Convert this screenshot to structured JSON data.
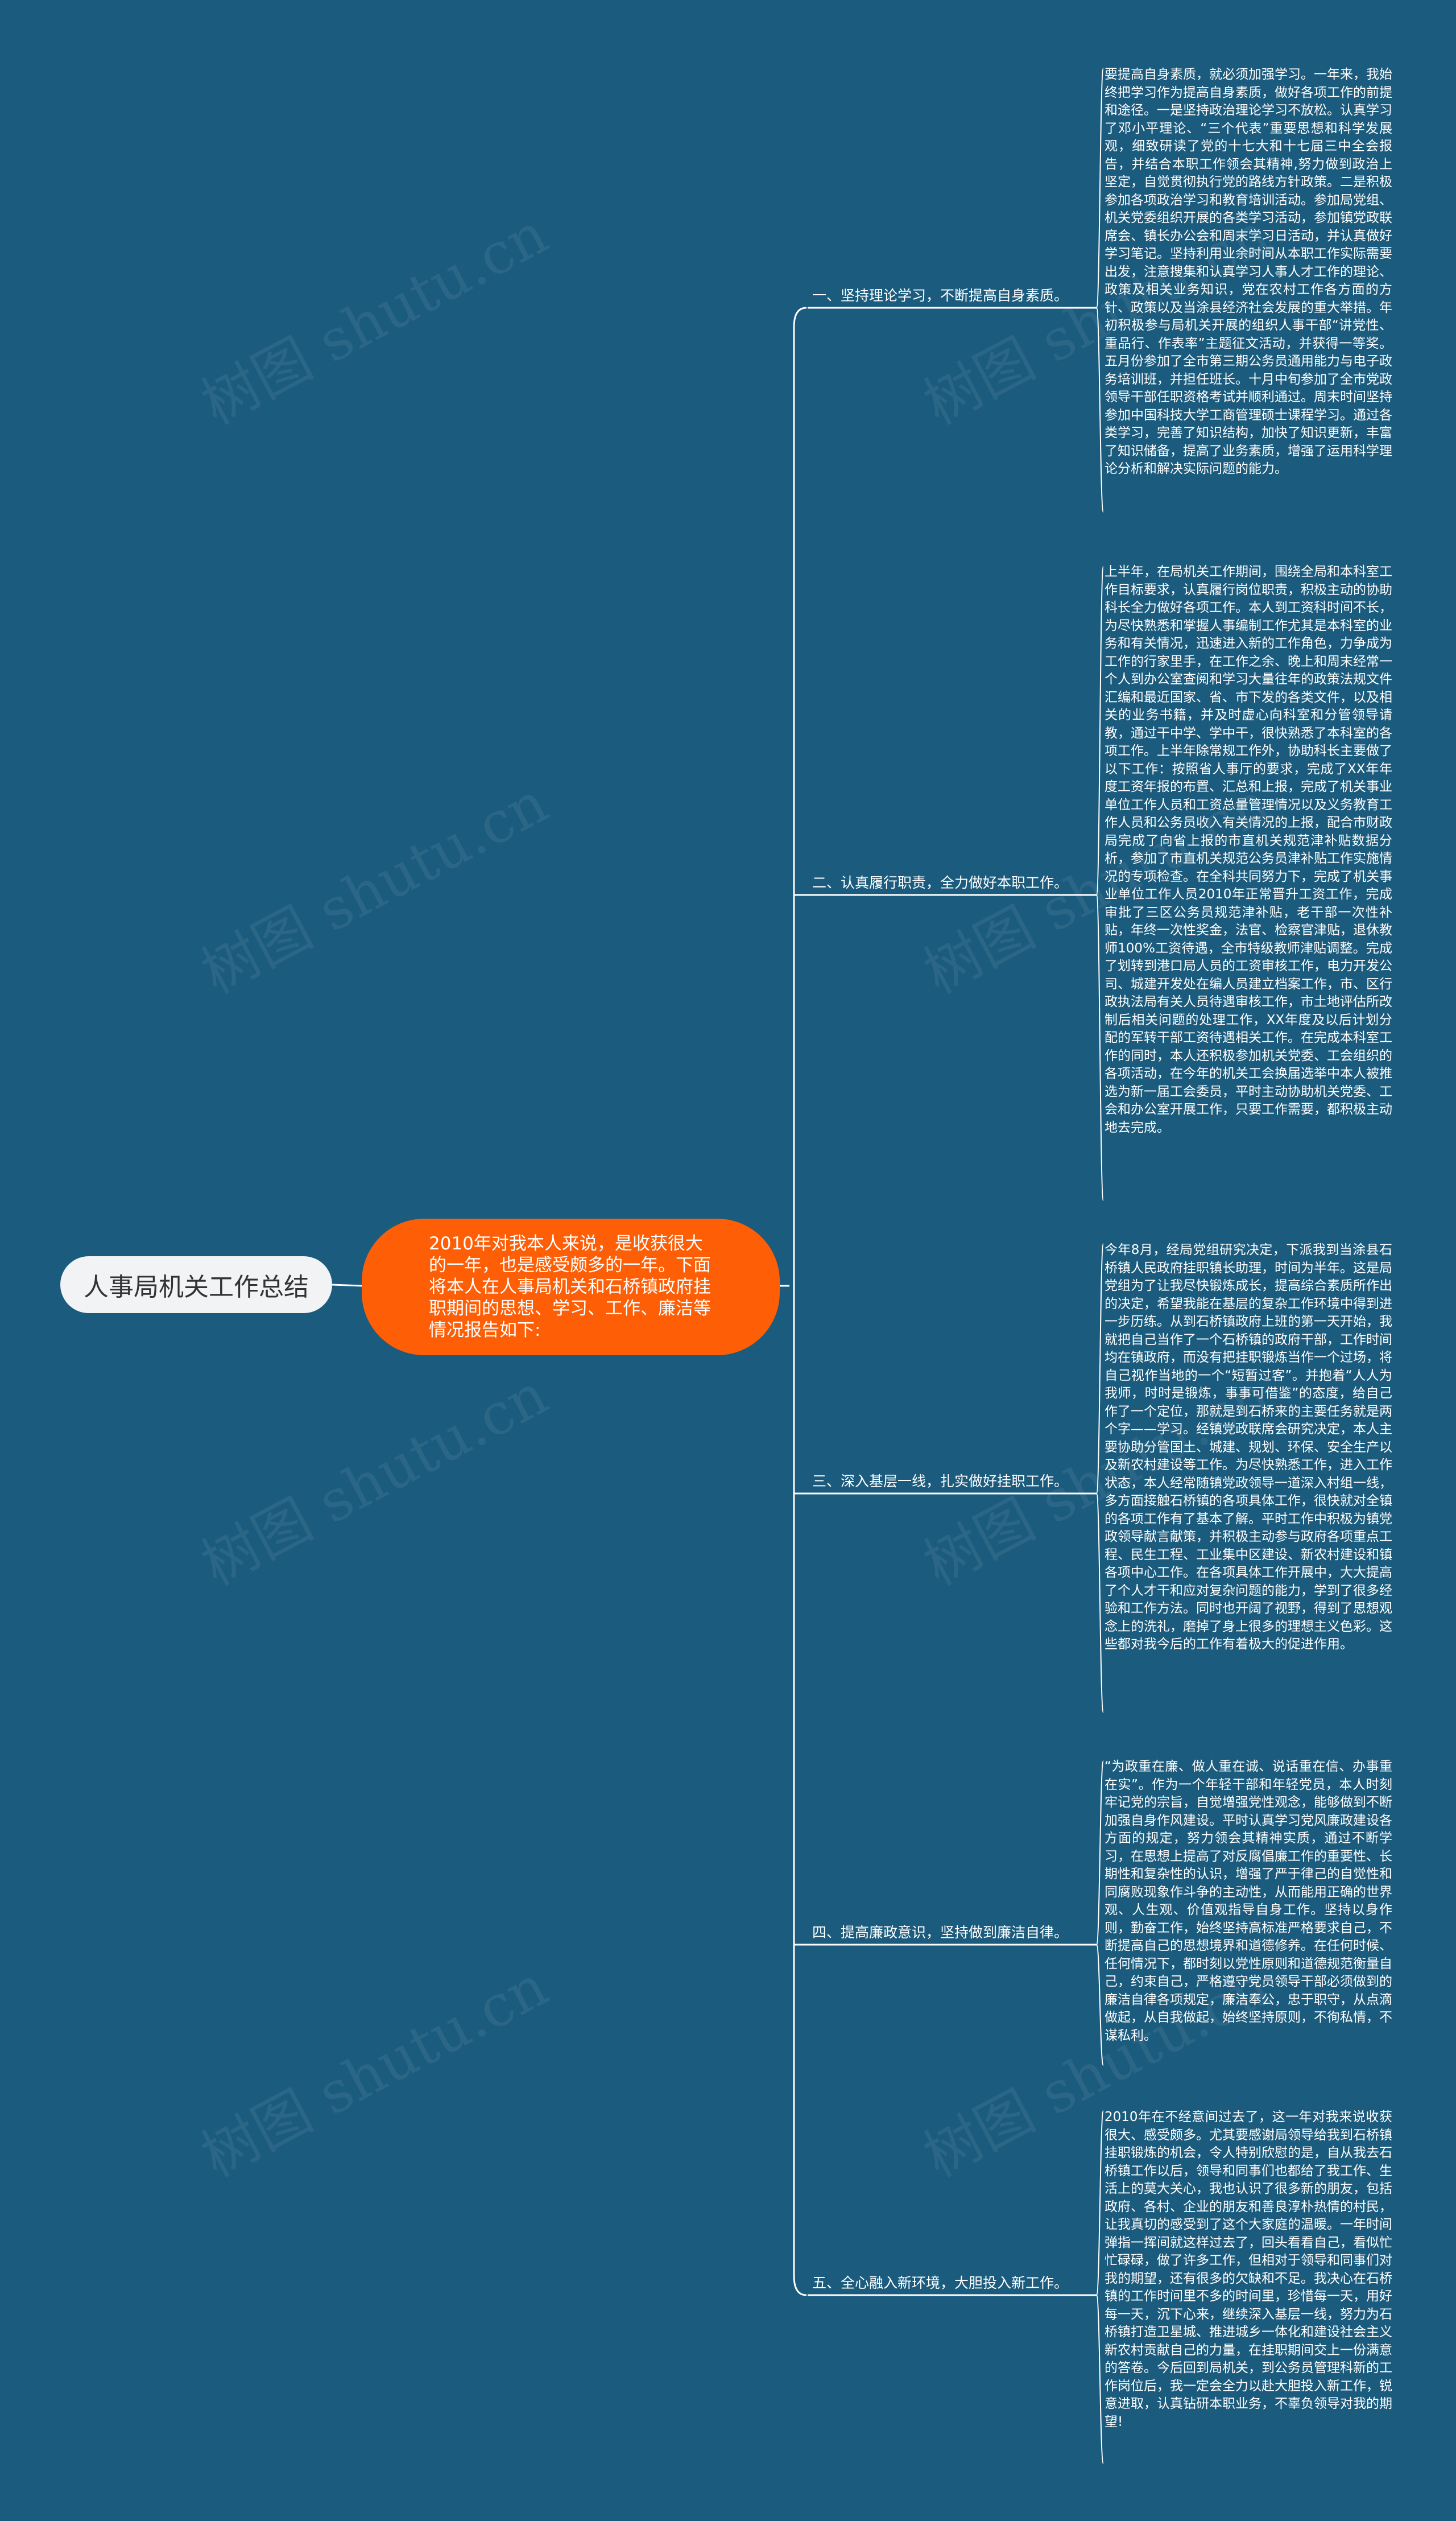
{
  "root": {
    "label": "人事局机关工作总结"
  },
  "center": {
    "text": "2010年对我本人来说，是收获很大的一年，也是感受颇多的一年。下面将本人在人事局机关和石桥镇政府挂职期间的思想、学习、工作、廉洁等情况报告如下:"
  },
  "watermark": {
    "text": "树图 shutu.cn"
  },
  "branches": [
    {
      "label": "一、坚持理论学习，不断提高自身素质。",
      "detail": "要提高自身素质，就必须加强学习。一年来，我始终把学习作为提高自身素质，做好各项工作的前提和途径。一是坚持政治理论学习不放松。认真学习了邓小平理论、“三个代表”重要思想和科学发展观，细致研读了党的十七大和十七届三中全会报告，并结合本职工作领会其精神,努力做到政治上坚定，自觉贯彻执行党的路线方针政策。二是积极参加各项政治学习和教育培训活动。参加局党组、机关党委组织开展的各类学习活动，参加镇党政联席会、镇长办公会和周末学习日活动，并认真做好学习笔记。坚持利用业余时间从本职工作实际需要出发，注意搜集和认真学习人事人才工作的理论、政策及相关业务知识，党在农村工作各方面的方针、政策以及当涂县经济社会发展的重大举措。年初积极参与局机关开展的组织人事干部“讲党性、重品行、作表率”主题征文活动，并获得一等奖。五月份参加了全市第三期公务员通用能力与电子政务培训班，并担任班长。十月中旬参加了全市党政领导干部任职资格考试并顺利通过。周末时间坚持参加中国科技大学工商管理硕士课程学习。通过各类学习，完善了知识结构，加快了知识更新，丰富了知识储备，提高了业务素质，增强了运用科学理论分析和解决实际问题的能力。"
    },
    {
      "label": "二、认真履行职责，全力做好本职工作。",
      "detail": "上半年，在局机关工作期间，围绕全局和本科室工作目标要求，认真履行岗位职责，积极主动的协助科长全力做好各项工作。本人到工资科时间不长，为尽快熟悉和掌握人事编制工作尤其是本科室的业务和有关情况，迅速进入新的工作角色，力争成为工作的行家里手，在工作之余、晚上和周末经常一个人到办公室查阅和学习大量往年的政策法规文件汇编和最近国家、省、市下发的各类文件，以及相关的业务书籍，并及时虚心向科室和分管领导请教，通过干中学、学中干，很快熟悉了本科室的各项工作。上半年除常规工作外，协助科长主要做了以下工作：按照省人事厅的要求，完成了XX年年度工资年报的布置、汇总和上报，完成了机关事业单位工作人员和工资总量管理情况以及义务教育工作人员和公务员收入有关情况的上报，配合市财政局完成了向省上报的市直机关规范津补贴数据分析，参加了市直机关规范公务员津补贴工作实施情况的专项检查。在全科共同努力下，完成了机关事业单位工作人员2010年正常晋升工资工作，完成审批了三区公务员规范津补贴，老干部一次性补贴，年终一次性奖金，法官、检察官津贴，退休教师100%工资待遇，全市特级教师津贴调整。完成了划转到港口局人员的工资审核工作，电力开发公司、城建开发处在编人员建立档案工作，市、区行政执法局有关人员待遇审核工作，市土地评估所改制后相关问题的处理工作，XX年度及以后计划分配的军转干部工资待遇相关工作。在完成本科室工作的同时，本人还积极参加机关党委、工会组织的各项活动，在今年的机关工会换届选举中本人被推选为新一届工会委员，平时主动协助机关党委、工会和办公室开展工作，只要工作需要，都积极主动地去完成。"
    },
    {
      "label": "三、深入基层一线，扎实做好挂职工作。",
      "detail": "今年8月，经局党组研究决定，下派我到当涂县石桥镇人民政府挂职镇长助理，时间为半年。这是局党组为了让我尽快锻炼成长，提高综合素质所作出的决定，希望我能在基层的复杂工作环境中得到进一步历练。从到石桥镇政府上班的第一天开始，我就把自己当作了一个石桥镇的政府干部，工作时间均在镇政府，而没有把挂职锻炼当作一个过场，将自己视作当地的一个“短暂过客”。并抱着“人人为我师，时时是锻炼，事事可借鉴”的态度，给自己作了一个定位，那就是到石桥来的主要任务就是两个字——学习。经镇党政联席会研究决定，本人主要协助分管国土、城建、规划、环保、安全生产以及新农村建设等工作。为尽快熟悉工作，进入工作状态，本人经常随镇党政领导一道深入村组一线，多方面接触石桥镇的各项具体工作，很快就对全镇的各项工作有了基本了解。平时工作中积极为镇党政领导献言献策，并积极主动参与政府各项重点工程、民生工程、工业集中区建设、新农村建设和镇各项中心工作。在各项具体工作开展中，大大提高了个人才干和应对复杂问题的能力，学到了很多经验和工作方法。同时也开阔了视野，得到了思想观念上的洗礼，磨掉了身上很多的理想主义色彩。这些都对我今后的工作有着极大的促进作用。"
    },
    {
      "label": "四、提高廉政意识，坚持做到廉洁自律。",
      "detail": "“为政重在廉、做人重在诚、说话重在信、办事重在实”。作为一个年轻干部和年轻党员，本人时刻牢记党的宗旨，自觉增强党性观念，能够做到不断加强自身作风建设。平时认真学习党风廉政建设各方面的规定，努力领会其精神实质，通过不断学习，在思想上提高了对反腐倡廉工作的重要性、长期性和复杂性的认识，增强了严于律己的自觉性和同腐败现象作斗争的主动性，从而能用正确的世界观、人生观、价值观指导自身工作。坚持以身作则，勤奋工作，始终坚持高标准严格要求自己，不断提高自己的思想境界和道德修养。在任何时候、任何情况下，都时刻以党性原则和道德规范衡量自己，约束自己，严格遵守党员领导干部必须做到的廉洁自律各项规定，廉洁奉公，忠于职守，从点滴做起，从自我做起，始终坚持原则，不徇私情，不谋私利。"
    },
    {
      "label": "五、全心融入新环境，大胆投入新工作。",
      "detail": "2010年在不经意间过去了，这一年对我来说收获很大、感受颇多。尤其要感谢局领导给我到石桥镇挂职锻炼的机会，令人特别欣慰的是，自从我去石桥镇工作以后，领导和同事们也都给了我工作、生活上的莫大关心，我也认识了很多新的朋友，包括政府、各村、企业的朋友和善良淳朴热情的村民，让我真切的感受到了这个大家庭的温暖。一年时间弹指一挥间就这样过去了，回头看看自己，看似忙忙碌碌，做了许多工作，但相对于领导和同事们对我的期望，还有很多的欠缺和不足。我决心在石桥镇的工作时间里不多的时间里，珍惜每一天，用好每一天，沉下心来，继续深入基层一线，努力为石桥镇打造卫星城、推进城乡一体化和建设社会主义新农村贡献自己的力量，在挂职期间交上一份满意的答卷。今后回到局机关，到公务员管理科新的工作岗位后，我一定会全力以赴大胆投入新工作，锐意进取，认真钻研本职业务，不辜负领导对我的期望!"
    }
  ]
}
